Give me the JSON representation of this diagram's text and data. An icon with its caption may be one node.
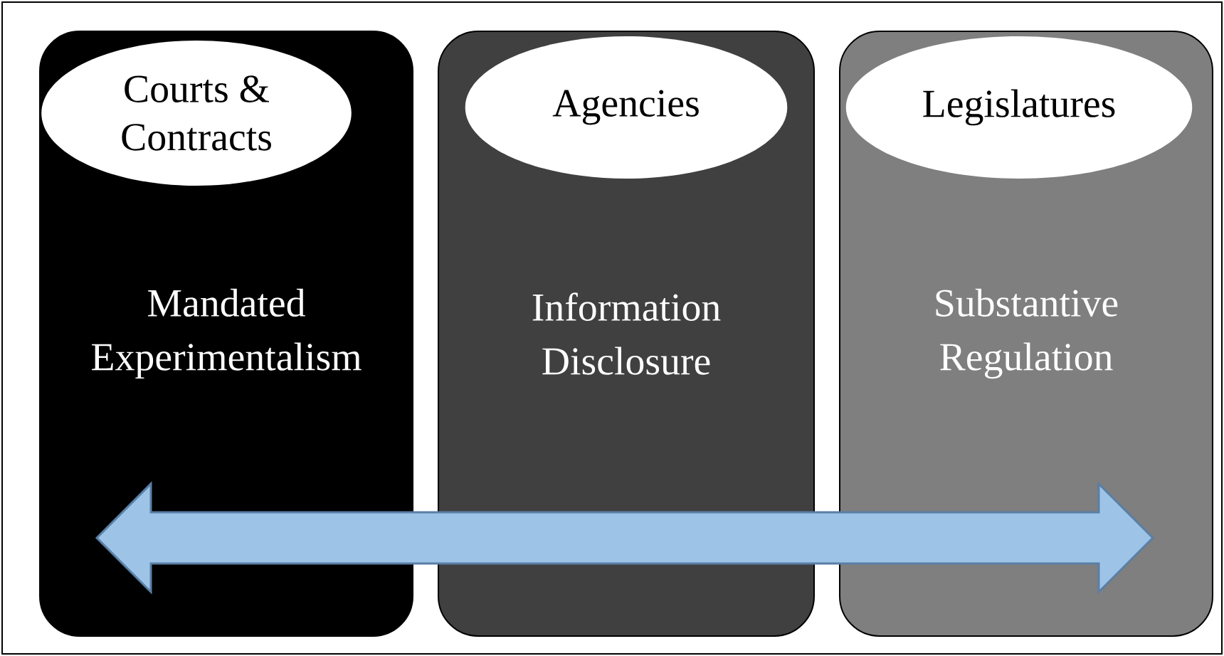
{
  "diagram": {
    "nodes": [
      {
        "text": [
          "Mandated Experimentalism"
        ]
      },
      {
        "text": [
          "Courts & Contracts"
        ],
        "in": 0
      },
      {
        "text": [
          "Information Disclosure"
        ]
      },
      {
        "text": [
          "Agencies"
        ],
        "in": 2
      },
      {
        "text": [
          "Substantive Regulation"
        ]
      },
      {
        "text": [
          "Legislatures"
        ],
        "in": 4
      }
    ]
  }
}
